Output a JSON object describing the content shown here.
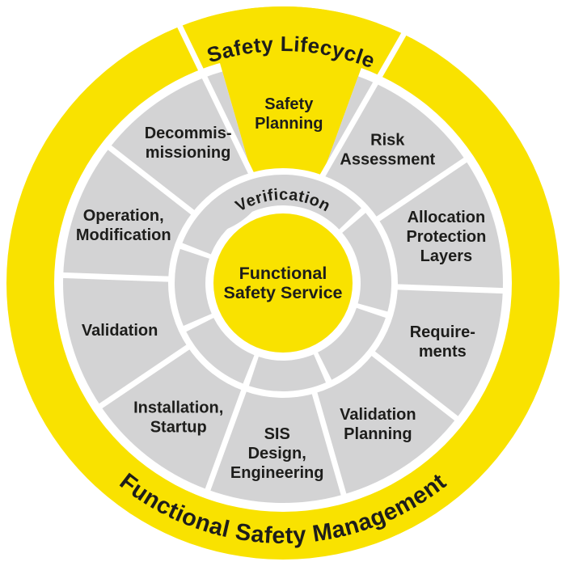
{
  "diagram": {
    "title_top": "Safety Lifecycle",
    "title_bottom": "Functional Safety Management",
    "inner_ring_label": "Verification",
    "center_label": {
      "lines": [
        "Functional",
        "Safety Service"
      ]
    },
    "colors": {
      "yellow": "#f9e200",
      "gray": "#d3d3d4",
      "text": "#1d1d1b",
      "divider": "#ffffff",
      "background": "#ffffff"
    },
    "segments": [
      {
        "id": "safety-planning",
        "lines": [
          "Safety",
          "Planning"
        ],
        "highlighted": true
      },
      {
        "id": "risk-assessment",
        "lines": [
          "Risk",
          "Assessment"
        ],
        "highlighted": false
      },
      {
        "id": "allocation-protection-layers",
        "lines": [
          "Allocation",
          "Protection",
          "Layers"
        ],
        "highlighted": false
      },
      {
        "id": "requirements",
        "lines": [
          "Require-",
          "ments"
        ],
        "highlighted": false
      },
      {
        "id": "validation-planning",
        "lines": [
          "Validation",
          "Planning"
        ],
        "highlighted": false
      },
      {
        "id": "sis-design-engineering",
        "lines": [
          "SIS",
          "Design,",
          "Engineering"
        ],
        "highlighted": false
      },
      {
        "id": "installation-startup",
        "lines": [
          "Installation,",
          "Startup"
        ],
        "highlighted": false
      },
      {
        "id": "validation",
        "lines": [
          "Validation"
        ],
        "highlighted": false
      },
      {
        "id": "operation-modification",
        "lines": [
          "Operation,",
          "Modification"
        ],
        "highlighted": false
      },
      {
        "id": "decommissioning",
        "lines": [
          "Decommis-",
          "missioning"
        ],
        "highlighted": false
      }
    ],
    "inner_ring_divider_angles": [
      -134,
      -42,
      17,
      65,
      110,
      155,
      200,
      245
    ]
  }
}
